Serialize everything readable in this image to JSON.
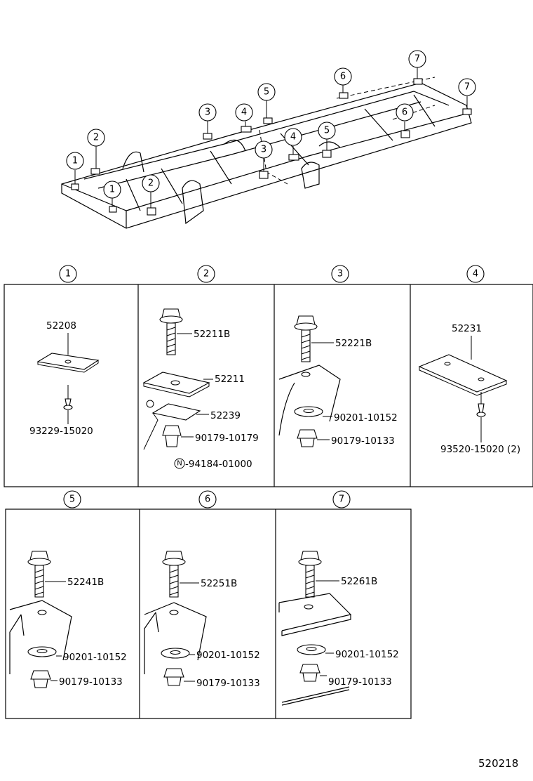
{
  "callouts": [
    "1",
    "2",
    "3",
    "4",
    "5",
    "6",
    "7"
  ],
  "panels": [
    {
      "id": "1",
      "parts": [
        "52208",
        "93229-15020"
      ]
    },
    {
      "id": "2",
      "parts": [
        "52211B",
        "52211",
        "52239",
        "90179-10179",
        "-94184-01000"
      ],
      "n_mark": "N"
    },
    {
      "id": "3",
      "parts": [
        "52221B",
        "90201-10152",
        "90179-10133"
      ]
    },
    {
      "id": "4",
      "parts": [
        "52231",
        "93520-15020 (2)"
      ]
    },
    {
      "id": "5",
      "parts": [
        "52241B",
        "90201-10152",
        "90179-10133"
      ]
    },
    {
      "id": "6",
      "parts": [
        "52251B",
        "90201-10152",
        "90179-10133"
      ]
    },
    {
      "id": "7",
      "parts": [
        "52261B",
        "90201-10152",
        "90179-10133"
      ]
    }
  ],
  "figure_ref": "520218"
}
